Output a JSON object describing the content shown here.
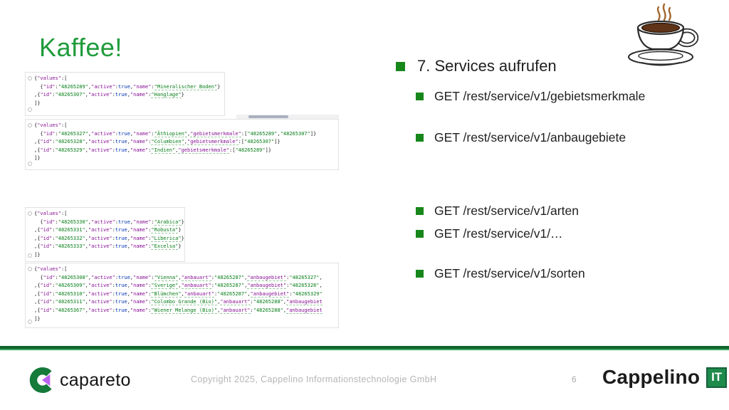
{
  "slide": {
    "title": "Kaffee!",
    "page_number": "6",
    "copyright": "Copyright 2025, Cappelino Informationstechnologie GmbH"
  },
  "colors": {
    "title_green": "#1f9b3c",
    "bullet_green": "#17871b",
    "footer_line_dark_green": "#10632c",
    "footer_line_light_green": "#37a05e",
    "code_key_purple": "#871094",
    "code_string_green": "#067d17",
    "code_true_blue": "#0033b3",
    "logo_green": "#157a3a",
    "logo_purple": "#bb63ee",
    "it_box_green": "#1e8a4b"
  },
  "bullets": {
    "header": "7. Services aufrufen",
    "items": [
      "GET /rest/service/v1/gebietsmerkmale",
      "GET /rest/service/v1/anbaugebiete",
      "GET /rest/service/v1/arten",
      "GET /rest/service/v1/…",
      "GET /rest/service/v1/sorten"
    ]
  },
  "code_blocks": [
    {
      "lines": [
        "{\"values\":[",
        "  {\"id\":\"48265289\",\"active\":true,\"name\":\"Mineralischer Boden\"}",
        ",{\"id\":\"48265307\",\"active\":true,\"name\":\"Hanglage\"}",
        "]}"
      ]
    },
    {
      "lines": [
        "{\"values\":[",
        "  {\"id\":\"48265327\",\"active\":true,\"name\":\"Äthiopien\",\"gebietsmerkmale\":[\"48265289\",\"48265307\"]}",
        ",{\"id\":\"48265328\",\"active\":true,\"name\":\"Columbien\",\"gebietsmerkmale\":[\"48265307\"]}",
        ",{\"id\":\"48265329\",\"active\":true,\"name\":\"Indien\",\"gebietsmerkmale\":[\"48265289\"]}",
        "]}"
      ]
    },
    {
      "lines": [
        "{\"values\":[",
        "  {\"id\":\"48265330\",\"active\":true,\"name\":\"Arabica\"}",
        ",{\"id\":\"48265331\",\"active\":true,\"name\":\"Robusta\"}",
        ",{\"id\":\"48265332\",\"active\":true,\"name\":\"Liberica\"}",
        ",{\"id\":\"48265333\",\"active\":true,\"name\":\"Excelsa\"}",
        "]}"
      ]
    },
    {
      "lines": [
        "{\"values\":[",
        "  {\"id\":\"48265308\",\"active\":true,\"name\":\"Vienna\",\"anbauart\":\"48265287\",\"anbaugebiet\":\"48265327\",",
        ",{\"id\":\"48265309\",\"active\":true,\"name\":\"Sverige\",\"anbauart\":\"48265287\",\"anbaugebiet\":\"48265328\",",
        ",{\"id\":\"48265310\",\"active\":true,\"name\":\"Blümchen\",\"anbauart\":\"48265287\",\"anbaugebiet\":\"48265329\"",
        ",{\"id\":\"48265311\",\"active\":true,\"name\":\"Colombo Grande (Bio)\",\"anbauart\":\"48265288\",\"anbaugebiet",
        ",{\"id\":\"48265367\",\"active\":true,\"name\":\"Wiener Melange (Bio)\",\"anbauart\":\"48265288\",\"anbaugebiet",
        "]}"
      ]
    }
  ],
  "footer": {
    "capareto_label": "capareto",
    "cappelino_label": "Cappelino",
    "cappelino_it_label": "IT"
  }
}
